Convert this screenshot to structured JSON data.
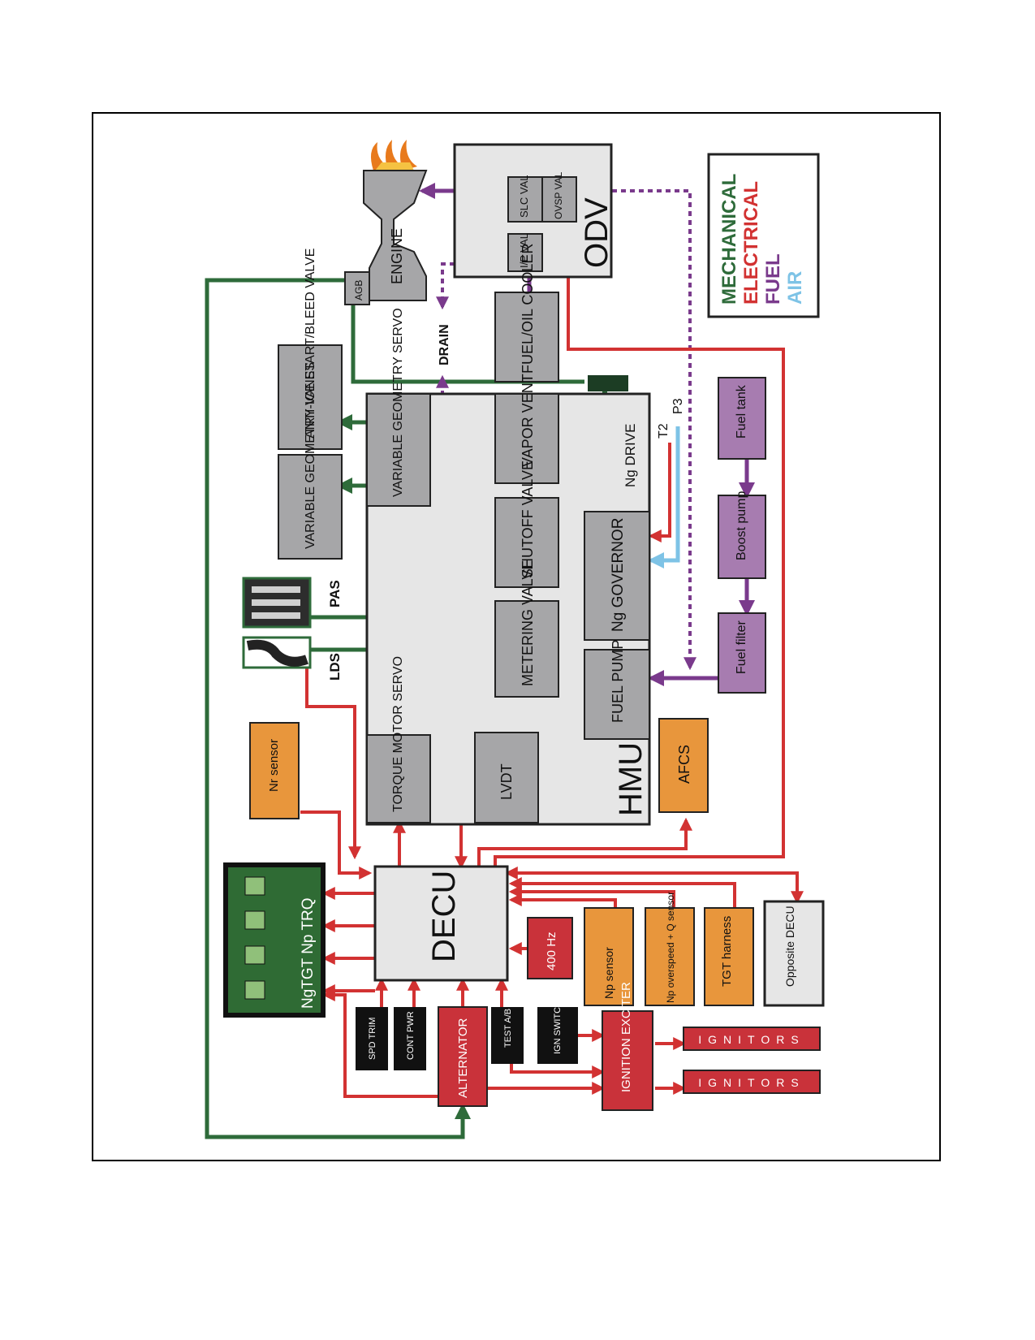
{
  "legend": {
    "mechanical": "MECHANICAL",
    "electrical": "ELECTRICAL",
    "fuel": "FUEL",
    "air": "AIR"
  },
  "colors": {
    "mechanical": "#2e6b3a",
    "electrical": "#d23232",
    "fuel": "#7a3a8c",
    "air": "#7ec3e6",
    "gray_box": "#a6a6a8",
    "orange_box": "#e8963c",
    "purple_box": "#a77cb0",
    "red_box": "#c9323a",
    "black_box": "#111111",
    "hmu_bg": "#e6e6e6",
    "display_green": "#2f6b34"
  },
  "labels": {
    "odv": "ODV",
    "slc_val": "SLC VAL",
    "ovsp_val": "OVSP VAL",
    "ip_val": "I/P VAL",
    "engine": "ENGINE",
    "agb": "AGB",
    "drain": "DRAIN",
    "fuel_oil_cooler": "FUEL/OIL COOLER",
    "anti_ice": "ANTI-ICE START/BLEED VALVE",
    "var_geo_vanes": "VARIABLE GEOMETRY VANES",
    "var_geo_servo": "VARIABLE GEOMETRY SERVO",
    "vapor_vent": "VAPOR VENT",
    "shutoff_valve": "SHUTOFF VALVE",
    "metering_valve": "METERING VALVE",
    "ng_drive": "Ng DRIVE",
    "ng_governor": "Ng GOVERNOR",
    "fuel_pump": "FUEL PUMP",
    "torque_motor_servo": "TORQUE MOTOR SERVO",
    "lvdt": "LVDT",
    "hmu": "HMU",
    "t2": "T2",
    "p3": "P3",
    "fuel_tank": "Fuel tank",
    "boost_pump": "Boost pump",
    "fuel_filter": "Fuel filter",
    "pas": "PAS",
    "lds": "LDS",
    "nr_sensor": "Nr sensor",
    "afcs": "AFCS",
    "decu": "DECU",
    "hz400": "400 Hz",
    "np_sensor": "Np sensor",
    "np_overspeed": "Np overspeed + Q sensor",
    "tgt_harness": "TGT harness",
    "opposite_decu": "Opposite DECU",
    "display": "NgTGT Np TRQ",
    "spd_trim": "SPD TRIM",
    "cont_pwr": "CONT PWR",
    "alternator": "ALTERNATOR",
    "test_ab": "TEST A/B",
    "ign_switch": "IGN SWITCH",
    "ignition_exciter": "IGNITION EXCITER",
    "igniters_1": "IGNITORS",
    "igniters_2": "IGNITORS"
  }
}
